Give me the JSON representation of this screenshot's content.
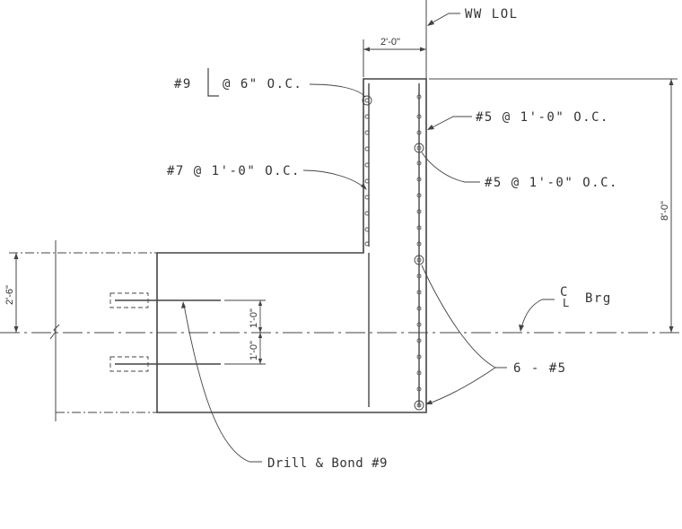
{
  "labels": {
    "ww_lol": "WW LOL",
    "dim_width": "2'-0\"",
    "bar9_number": "#9",
    "bar9_spacing": "@ 6\" O.C.",
    "bar5_top": "#5 @ 1'-0\" O.C.",
    "bar7": "#7 @ 1'-0\" O.C.",
    "bar5_mid": "#5 @ 1'-0\" O.C.",
    "dim_height": "8'-0\"",
    "dim_left": "2'-6\"",
    "dim_dowel_1": "1'-0\"",
    "dim_dowel_2": "1'-0\"",
    "cl_mark": "C",
    "cl_sub": "L",
    "brg": "Brg",
    "six_bars": "6 - #5",
    "drill_bond": "Drill & Bond #9"
  },
  "colors": {
    "line": "#444444",
    "text": "#333333",
    "background": "#ffffff"
  }
}
